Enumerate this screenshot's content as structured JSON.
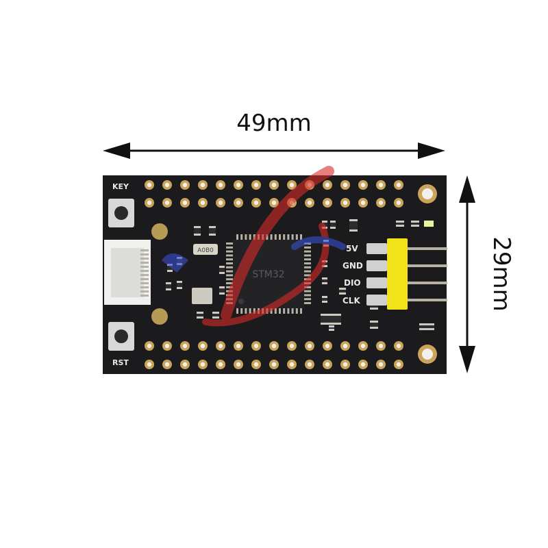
{
  "dimensions": {
    "width": "49mm",
    "height": "29mm"
  },
  "board": {
    "silkscreen": {
      "key": "KEY",
      "rst": "RST"
    },
    "swd_header": [
      "5V",
      "GND",
      "DIO",
      "CLK"
    ],
    "chip_marking": "STM32",
    "crystal_marking": "A0B0"
  },
  "colors": {
    "pcb": "#1b1b1d",
    "pad": "#c9a45a",
    "header_plastic": "#f2e21a",
    "pin_metal": "#b8b2a4",
    "connector_white": "#f0f0ee",
    "watermark_red": "#d82a2a",
    "watermark_blue": "#3a4fd0"
  }
}
